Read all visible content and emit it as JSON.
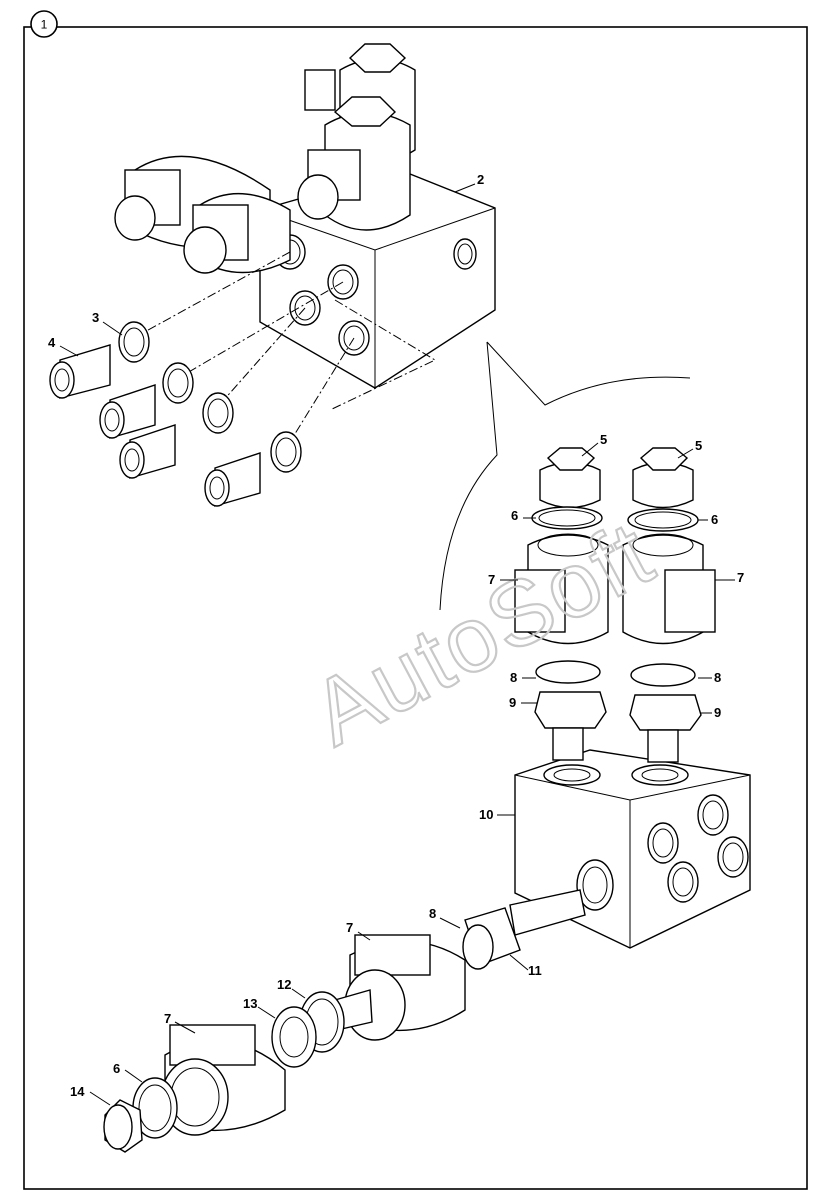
{
  "page_number": "1",
  "watermark": "AutoSoft",
  "callouts": [
    {
      "id": "c2",
      "text": "2"
    },
    {
      "id": "c3",
      "text": "3"
    },
    {
      "id": "c4",
      "text": "4"
    },
    {
      "id": "c5a",
      "text": "5"
    },
    {
      "id": "c5b",
      "text": "5"
    },
    {
      "id": "c6a",
      "text": "6"
    },
    {
      "id": "c6b",
      "text": "6"
    },
    {
      "id": "c7a",
      "text": "7"
    },
    {
      "id": "c7b",
      "text": "7"
    },
    {
      "id": "c8a",
      "text": "8"
    },
    {
      "id": "c8b",
      "text": "8"
    },
    {
      "id": "c9a",
      "text": "9"
    },
    {
      "id": "c9b",
      "text": "9"
    },
    {
      "id": "c10",
      "text": "10"
    },
    {
      "id": "c7c",
      "text": "7"
    },
    {
      "id": "c8c",
      "text": "8"
    },
    {
      "id": "c11",
      "text": "11"
    },
    {
      "id": "c12",
      "text": "12"
    },
    {
      "id": "c13",
      "text": "13"
    },
    {
      "id": "c7d",
      "text": "7"
    },
    {
      "id": "c6c",
      "text": "6"
    },
    {
      "id": "c14",
      "text": "14"
    }
  ]
}
